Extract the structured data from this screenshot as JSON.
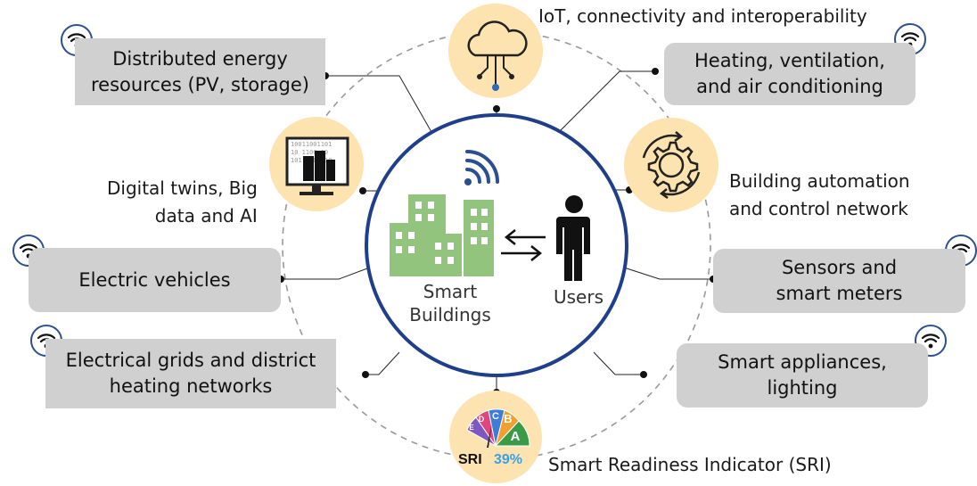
{
  "center": {
    "smart_buildings_line1": "Smart",
    "smart_buildings_line2": "Buildings",
    "users": "Users"
  },
  "nodes": {
    "iot": "IoT, connectivity and interoperability",
    "der_line1": "Distributed energy",
    "der_line2": "resources (PV, storage)",
    "hvac_line1": "Heating, ventilation,",
    "hvac_line2": "and air conditioning",
    "twins_line1": "Digital twins, Big",
    "twins_line2": "data and AI",
    "automation_line1": "Building automation",
    "automation_line2": "and control network",
    "ev": "Electric vehicles",
    "sensors_line1": "Sensors and",
    "sensors_line2": "smart meters",
    "grids_line1": "Electrical grids and district",
    "grids_line2": "heating networks",
    "appliances": "Smart appliances, lighting",
    "sri": "Smart Readiness Indicator (SRI)"
  },
  "sri_badge": {
    "label": "SRI",
    "percent": "39%",
    "classes": [
      "E",
      "D",
      "C",
      "B",
      "A"
    ]
  },
  "icons": {
    "wifi": "wifi-icon",
    "cloud": "cloud-network-icon",
    "computer": "computer-data-icon",
    "gear": "gear-cycle-icon",
    "buildings": "buildings-icon",
    "person": "person-icon",
    "arrows": "exchange-arrows-icon"
  },
  "colors": {
    "ring": "#1f3f8a",
    "box": "#d0d0d0",
    "bubble": "#fde3b0",
    "building": "#93c47d",
    "wifi_signal": "#2c4f8f"
  }
}
